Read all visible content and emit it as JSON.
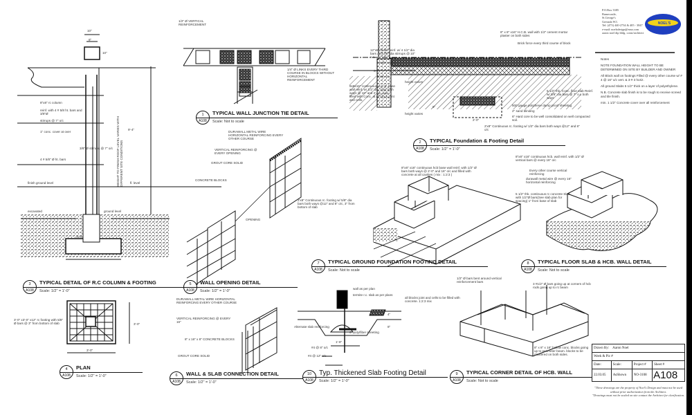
{
  "firm": {
    "lines": [
      "P.O.Box 3385",
      "Bamecastle,",
      "St.George's",
      "Grenada W.I.",
      "Tel: (473) 440-2734 & 405 - 3847",
      "e-mail: noelsdesign@msn.com",
      "aaron noel     dip bldg. const/architect"
    ],
    "logo_text": "NOEL'S DESIGN"
  },
  "notes": {
    "heading": "Notes",
    "items": [
      "NOTE FOUNDATION WALL HEIGHT TO BE DETERMINED ON SITE BY BUILDER AND OWNER",
      "All Block wall on footings Filled @ every other course w/ # 4 @ 16\" o/c vert. & 3-# 3 horiz.",
      "All ground Slabs 5 1/2\" thick on a layer of polyethylene.",
      "N.B. Concrete slab finish is to be rough to receive screed and tile finish.",
      "min. 1 1/2\" Concrete cover over all reinforcement"
    ]
  },
  "details": [
    {
      "num": "1",
      "sheet": "A108",
      "title": "TYPICAL WALL JUNCTION TIE DETAIL",
      "scale": "Scale: Not to scale"
    },
    {
      "num": "2",
      "sheet": "A108",
      "title": "TYPICAL Foundation & Footing Detail",
      "scale": "Scale: 1/2\" = 1'-0\""
    },
    {
      "num": "3",
      "sheet": "A108",
      "title": "TYPICAL DETAIL OF R.C COLUMN & FOOTING",
      "scale": "Scale: 1/2\" = 1'-0\""
    },
    {
      "num": "4",
      "sheet": "A108",
      "title": "PLAN",
      "scale": "Scale: 1/2\" = 1'-0\""
    },
    {
      "num": "5",
      "sheet": "A108",
      "title": "WALL OPENING DETAIL",
      "scale": "Scale: 1/2\" = 1'-0\""
    },
    {
      "num": "6",
      "sheet": "A108",
      "title": "WALL & SLAB CONNECTION DETAIL",
      "scale": "Scale: 1/2\" = 1'-0\""
    },
    {
      "num": "7",
      "sheet": "A108",
      "title": "TYPICAL GROUND FOUNDATION FOOTING DETAIL",
      "scale": "Scale: Not to scale"
    },
    {
      "num": "8",
      "sheet": "A108",
      "title": "TYPICAL FLOOR SLAB & HCB. WALL DETAIL",
      "scale": "Scale: Not to scale"
    },
    {
      "num": "9",
      "sheet": "A108",
      "title": "TYPICAL CORNER DETAIL OF HCB. WALL",
      "scale": "Scale: Not to scale"
    },
    {
      "num": "10",
      "sheet": "A108",
      "title": "Typ. Thickened Slab Footing Detail",
      "scale": "Scale: 1/2\" = 1'-0\""
    }
  ],
  "annotations": {
    "d1": [
      "1/2\" Ø VERTICAL REINFORCEMENT",
      "1/4\" Ø LINKS EVERY THIRD COURSE IN BLOCKS WITHOUT HORIZONTAL REINFORCEMENT"
    ],
    "d2": [
      "8\" x 8\" x16\" H.C.B. wall with 1/2\" cement mortar plaster on both sides",
      "Brick force every third course of block",
      "12\"x8\" beam reinf. w/ 4 1/2\" dia bars and 3/8\" dia stirrups @ 10\" o.c.",
      "height varies",
      "0-0\"",
      "finish GL",
      "8x8x16\" continuous H.C.B. base wall reinf. w/ 1/2\" dia. bars both ways @ 16\" and 2' o/c, and filled with Conc. at all block joint and cells.",
      "height varies",
      "height varies",
      "5 1/2\" thk. Conc. floor slab Reinf. w/ 3/8\" dia bars @ 7\" o.c both ways",
      "500 gauge polythene damp proof sheeting",
      "2\" sand blinding",
      "6\" Hard core to be well consolidated on well compacted soil.",
      "2'x8\" Continuous rc. footing w/ 1/2\" dia bars both ways @12\" and 8\" o/c",
      "2'-0\"",
      "8\""
    ],
    "d3": [
      "10\"",
      "8\"",
      "10\"",
      "8\"x8\" rc column",
      "reinf. with 4 # 5/8 ht. bars and 3/8\"Ø",
      "stirrups @ 7\" o/c",
      "1\" conc. cover at over",
      "4 # 5/8\" Ø ht. bars",
      "HEIGHT TO FINISH ROOF LEVEL VARIES WITH DIFFERENT SITE CONDITIONS",
      "9'-4\"",
      "3/8\" Ø stirrups @ 7\" o/c",
      "finish ground level",
      "fl. level",
      "excavated",
      "ground level",
      "3'-0\""
    ],
    "d4": [
      "3'-0\" x3'-0\" x12\" rc footing with 5/8\" Ø bars @ 3\" from bottom of slab",
      "3'-0\"",
      "3'-0\""
    ],
    "d5": [
      "DURAWALL METAL WIRE HORIZONTAL REINFORCING EVERY OTHER COURSE",
      "VERTICAL REINFORCING @ EVERY OPENING",
      "GROUT CORE SOLID",
      "CONCRETE BLOCKS",
      "OPENING"
    ],
    "d6": [
      "DURAWALL METAL WIRE HORIZONTAL REINFORCING EVERY OTHER COURSE",
      "VERTICAL REINFORCING @ EVERY 16\"",
      "8\" x 16\" x 8\" CONCRETE BLOCKS",
      "GROUT CORE SOLID"
    ],
    "d7": [
      "8\"x8\" x16\" continuous hcb base wall reinf. with 1/2\" Ø bars both ways @ 2'-0\" and 16\" o/c and filled with concrete at all cavities ( mix : 1:2:3 )",
      "2'x8\" Continuous rc. footing w/ 5/8\" dia bars both ways @12\" and 8\" o/c, 3\" from bottom of slab"
    ],
    "d8": [
      "8\"x8\" x16\" continuous hcb. wall reinf. with 1/2\" Ø vertical bars @ every 16\" o/c",
      "Every other course vertical reinforcing",
      "durawall metal wire @ every 16\" horizontal reinforcing",
      "5 1/2\" thk. continuous rc concrete Slab with 1/2\"Ø bars(See slab plan for spacing) 1\" from base of slab"
    ],
    "d9": [
      "1/2\" Ø bars bent around vertical reinforcement bars",
      "3 #1/2\" Ø bars going up at corners of hcb rods going up to rc beam",
      "all blocks joint and cells to be filled with concrete. 1:2:3 mix",
      "8\" x 8\" x 16\" hollow conc. blocks going up to perimeter beam. blocks to be plastered on both sides."
    ],
    "d10": [
      "wall as per plan",
      "termite r.c. slab as per plans",
      "Alternate slab reinforcing",
      "6\" poly/fiber sheeting",
      "1'-8\"",
      "#4 @ 8\" o/c",
      "#4 @ 12\" o/c",
      "4\"",
      "8\""
    ]
  },
  "title_block": {
    "drawn_by_label": "Drawn By:",
    "drawn_by": "Aaron Noel",
    "week_label": "Week & Pic #",
    "headers": [
      "Date:",
      "Scale:",
      "Project #",
      "Sheet #"
    ],
    "values": [
      "22.03.05",
      "AsShown",
      "NO-3108",
      "A108"
    ],
    "disclaimer": [
      "\"These drawings are the property of Noel's Design and must not be used without prior authorization from the Architect.",
      "\"Drawings must not be scaled on site contact the Architect for clarification."
    ]
  },
  "colors": {
    "logo_blue": "#1f3fbf",
    "logo_yellow": "#f2d21b",
    "ink": "#111111"
  }
}
